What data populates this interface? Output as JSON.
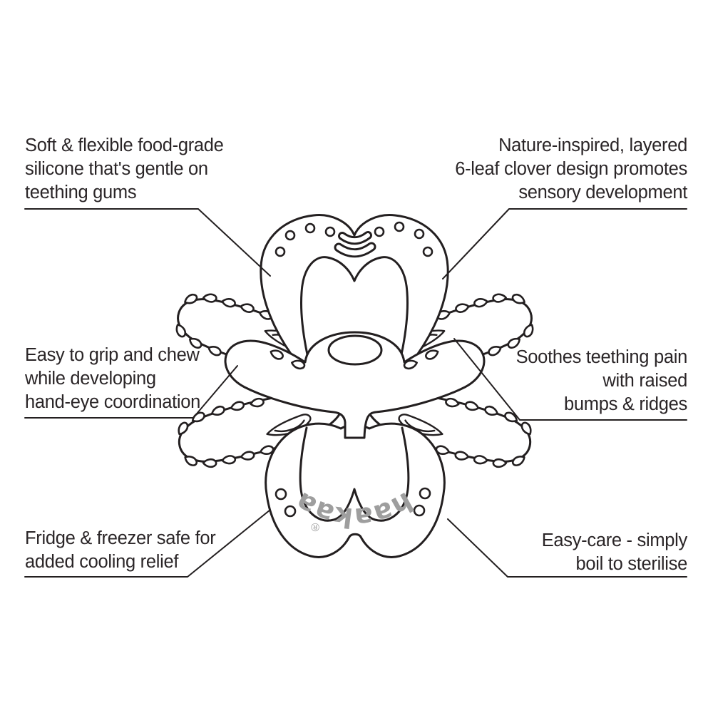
{
  "page": {
    "background": "#ffffff",
    "line_color": "#231f20",
    "text_color": "#2a2527",
    "logo_color": "#9e9e9e"
  },
  "product": {
    "brand": "haakaa",
    "registered_mark": "®"
  },
  "callouts": {
    "top_left": {
      "lines": [
        "Soft & flexible food-grade",
        "silicone that's gentle on",
        "teething gums"
      ]
    },
    "top_right": {
      "lines": [
        "Nature-inspired, layered",
        "6-leaf clover design promotes",
        "sensory development"
      ]
    },
    "mid_left": {
      "lines": [
        "Easy to grip and chew",
        "while developing",
        "hand-eye coordination"
      ]
    },
    "mid_right": {
      "lines": [
        "Soothes teething pain",
        "with raised",
        "bumps & ridges"
      ]
    },
    "bottom_left": {
      "lines": [
        "Fridge & freezer safe for",
        "added cooling relief"
      ]
    },
    "bottom_right": {
      "lines": [
        "Easy-care - simply",
        "boil to sterilise"
      ]
    }
  }
}
